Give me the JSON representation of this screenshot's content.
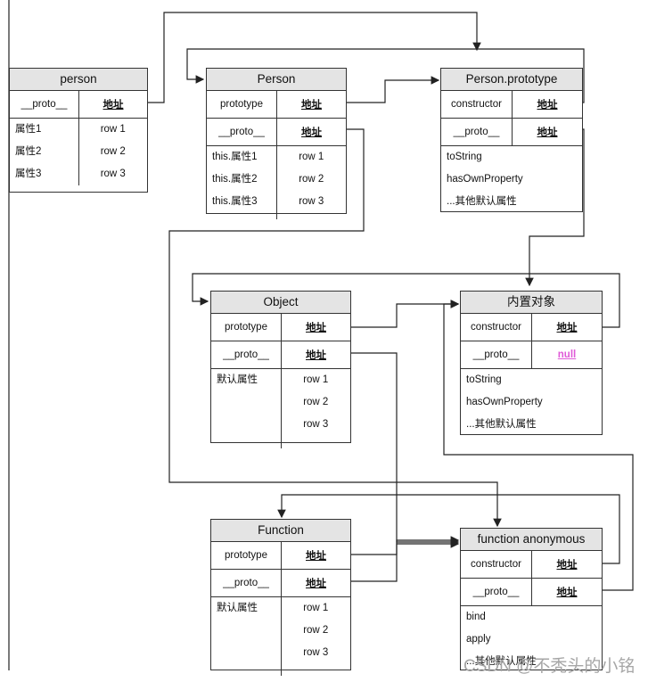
{
  "boxes": {
    "person": {
      "title": "person",
      "proto_label": "__proto__",
      "proto_value": "地址",
      "props": [
        "属性1",
        "属性2",
        "属性3"
      ],
      "rows": [
        "row 1",
        "row 2",
        "row 3"
      ]
    },
    "Person": {
      "title": "Person",
      "prototype_label": "prototype",
      "prototype_value": "地址",
      "proto_label": "__proto__",
      "proto_value": "地址",
      "props": [
        "this.属性1",
        "this.属性2",
        "this.属性3"
      ],
      "rows": [
        "row 1",
        "row 2",
        "row 3"
      ]
    },
    "Person_prototype": {
      "title": "Person.prototype",
      "constructor_label": "constructor",
      "constructor_value": "地址",
      "proto_label": "__proto__",
      "proto_value": "地址",
      "items": [
        "toString",
        "hasOwnProperty",
        "...其他默认属性"
      ]
    },
    "Object": {
      "title": "Object",
      "prototype_label": "prototype",
      "prototype_value": "地址",
      "proto_label": "__proto__",
      "proto_value": "地址",
      "props": [
        "默认属性"
      ],
      "rows": [
        "row 1",
        "row 2",
        "row 3"
      ]
    },
    "builtin": {
      "title": "内置对象",
      "constructor_label": "constructor",
      "constructor_value": "地址",
      "proto_label": "__proto__",
      "proto_value": "null",
      "items": [
        "toString",
        "hasOwnProperty",
        "...其他默认属性"
      ]
    },
    "Function": {
      "title": "Function",
      "prototype_label": "prototype",
      "prototype_value": "地址",
      "proto_label": "__proto__",
      "proto_value": "地址",
      "props": [
        "默认属性"
      ],
      "rows": [
        "row 1",
        "row 2",
        "row 3"
      ]
    },
    "anonymous": {
      "title": "function anonymous",
      "constructor_label": "constructor",
      "constructor_value": "地址",
      "proto_label": "__proto__",
      "proto_value": "地址",
      "items": [
        "bind",
        "apply",
        "...其他默认属性"
      ]
    }
  },
  "watermark": "CSDN @不秃头的小铭",
  "colors": {
    "header_bg": "#e4e4e4",
    "null_text": "#e05ad8",
    "line": "#333333"
  }
}
